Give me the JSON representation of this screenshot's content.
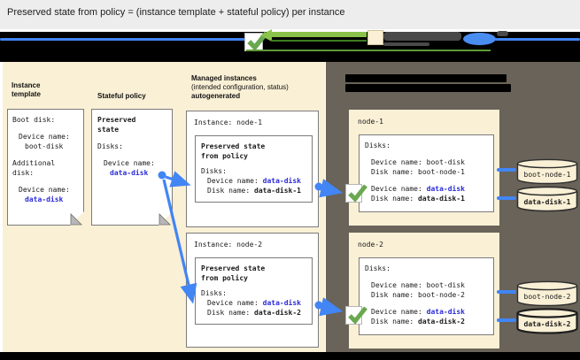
{
  "title": "Preserved state from policy = (instance template + stateful policy) per instance",
  "colors": {
    "header_bg": "#ededed",
    "band_bg": "#000000",
    "panel_beige": "#faf0d6",
    "panel_dark": "#696359",
    "connector_blue": "#4285f4",
    "value_blue": "#2a2ad9",
    "check_green": "#6aa84f",
    "arrow_green": "#8bc34a"
  },
  "left_panel": {
    "instance_template": {
      "heading": "Instance template",
      "boot_disk_label": "Boot disk:",
      "device_name_label_1": "Device name:",
      "boot_device_value": "boot-disk",
      "additional_disk_label": "Additional disk:",
      "device_name_label_2": "Device name:",
      "data_device_value": "data-disk"
    },
    "stateful_policy": {
      "heading": "Stateful policy",
      "card_title": "Preserved state",
      "disks_label": "Disks:",
      "device_name_label": "Device name:",
      "device_value": "data-disk"
    },
    "managed": {
      "heading_line1": "Managed instances",
      "heading_line2": "(intended configuration, status)",
      "heading_line3": "autogenerated",
      "instances": [
        {
          "title": "Instance: node-1",
          "preserved_title": "Preserved state from policy",
          "disks_label": "Disks:",
          "device_label": "Device name:",
          "device_value": "data-disk",
          "disk_label": "Disk name:",
          "disk_value": "data-disk-1"
        },
        {
          "title": "Instance: node-2",
          "preserved_title": "Preserved state from policy",
          "disks_label": "Disks:",
          "device_label": "Device name:",
          "device_value": "data-disk",
          "disk_label": "Disk name:",
          "disk_value": "data-disk-2"
        }
      ]
    }
  },
  "right_panel": {
    "nodes": [
      {
        "name": "node-1",
        "disks_label": "Disks:",
        "boot_device_label": "Device name:",
        "boot_device_value": "boot-disk",
        "boot_disk_label": "Disk name:",
        "boot_disk_value": "boot-node-1",
        "data_device_label": "Device name:",
        "data_device_value": "data-disk",
        "data_disk_label": "Disk name:",
        "data_disk_value": "data-disk-1"
      },
      {
        "name": "node-2",
        "disks_label": "Disks:",
        "boot_device_label": "Device name:",
        "boot_device_value": "boot-disk",
        "boot_disk_label": "Disk name:",
        "boot_disk_value": "boot-node-2",
        "data_device_label": "Device name:",
        "data_device_value": "data-disk",
        "data_disk_label": "Disk name:",
        "data_disk_value": "data-disk-2"
      }
    ],
    "disk_cylinders": [
      "boot-node-1",
      "data-disk-1",
      "boot-node-2",
      "data-disk-2"
    ]
  }
}
